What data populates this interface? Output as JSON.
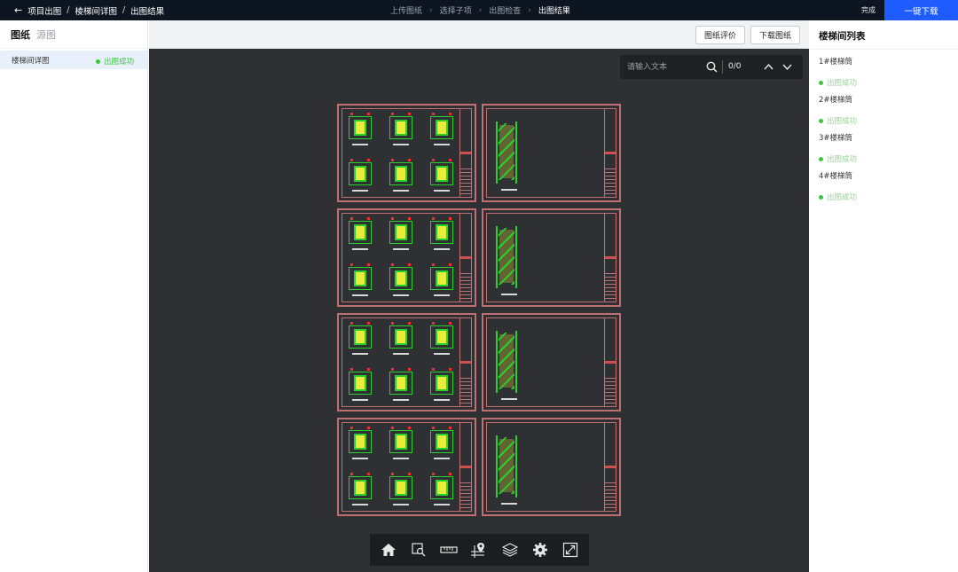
{
  "breadcrumb": {
    "back_icon": "arrow-left-icon",
    "items": [
      "项目出图",
      "棱梯间详图",
      "出图结果"
    ],
    "separator": "/"
  },
  "steps": {
    "items": [
      "上传图纸",
      "选择子项",
      "出图检查",
      "出图结果"
    ],
    "active": "出图结果"
  },
  "header": {
    "done_label": "完成",
    "download_all_label": "一键下载",
    "accent_color": "#1f5cff"
  },
  "left_panel": {
    "tabs": [
      "图纸",
      "源图"
    ],
    "active_tab": "图纸",
    "items": [
      {
        "name": "楼梯间详图",
        "status": "出图成功"
      }
    ]
  },
  "viewer": {
    "buttons": {
      "evaluate": "图纸评价",
      "download": "下载图纸"
    },
    "search": {
      "placeholder": "请输入文本",
      "count": "0/0"
    },
    "tools": [
      "home-icon",
      "zoom-area-icon",
      "ruler-icon",
      "location-pin-icon",
      "layers-icon",
      "gear-icon",
      "fullscreen-icon"
    ]
  },
  "right_panel": {
    "title": "楼梯间列表",
    "groups": [
      {
        "name": "1#楼梯筒",
        "status": "出图成功"
      },
      {
        "name": "2#楼梯筒",
        "status": "出图成功"
      },
      {
        "name": "3#楼梯筒",
        "status": "出图成功"
      },
      {
        "name": "4#楼梯筒",
        "status": "出图成功"
      }
    ]
  },
  "colors": {
    "success": "#3cc63c",
    "sheet_border": "#c07070",
    "drawing_line": "#2bd12b",
    "drawing_fill": "#e8ec3a",
    "viewer_bg": "#2f3033",
    "topbar_bg": "#0d1520"
  }
}
